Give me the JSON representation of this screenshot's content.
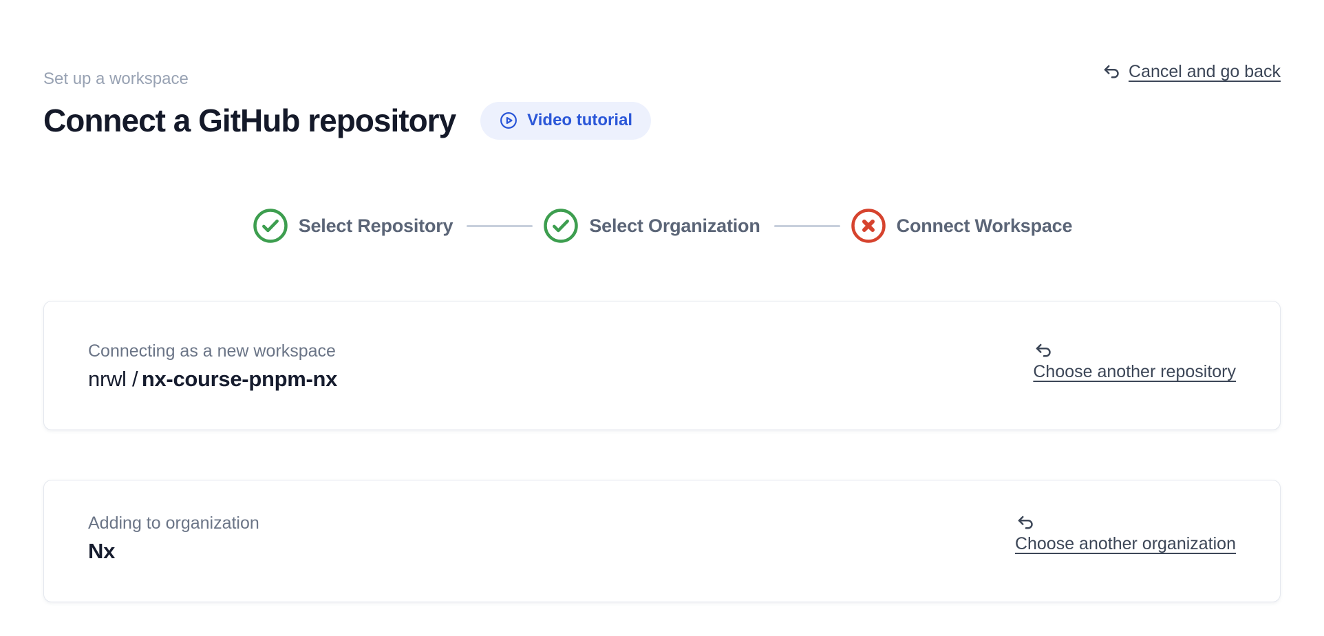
{
  "page": {
    "eyebrow": "Set up a workspace",
    "title": "Connect a GitHub repository",
    "video_tutorial_label": "Video tutorial",
    "cancel_link_label": "Cancel and go back"
  },
  "icons": {
    "video_pill": "play-circle-icon",
    "links": "undo-arrow-icon",
    "step_complete": "check-circle-icon",
    "step_error": "x-circle-icon"
  },
  "stepper": {
    "steps": [
      {
        "label": "Select Repository",
        "status": "complete"
      },
      {
        "label": "Select Organization",
        "status": "complete"
      },
      {
        "label": "Connect Workspace",
        "status": "error"
      }
    ]
  },
  "cards": {
    "repository": {
      "label": "Connecting as a new workspace",
      "owner": "nrwl /",
      "repo": "nx-course-pnpm-nx",
      "action_label": "Choose another repository"
    },
    "organization": {
      "label": "Adding to organization",
      "name": "Nx",
      "action_label": "Choose another organization"
    }
  },
  "colors": {
    "accent_blue": "#2b57d8",
    "pill_background": "#edf1fd",
    "success_green": "#3d9e4f",
    "error_red": "#d6432e",
    "link_slate": "#3c4657",
    "muted_label": "#6b7587",
    "eyebrow_gray": "#98a2b3",
    "connector_gray": "#c7cfdc",
    "card_border": "#e4e7ee"
  }
}
